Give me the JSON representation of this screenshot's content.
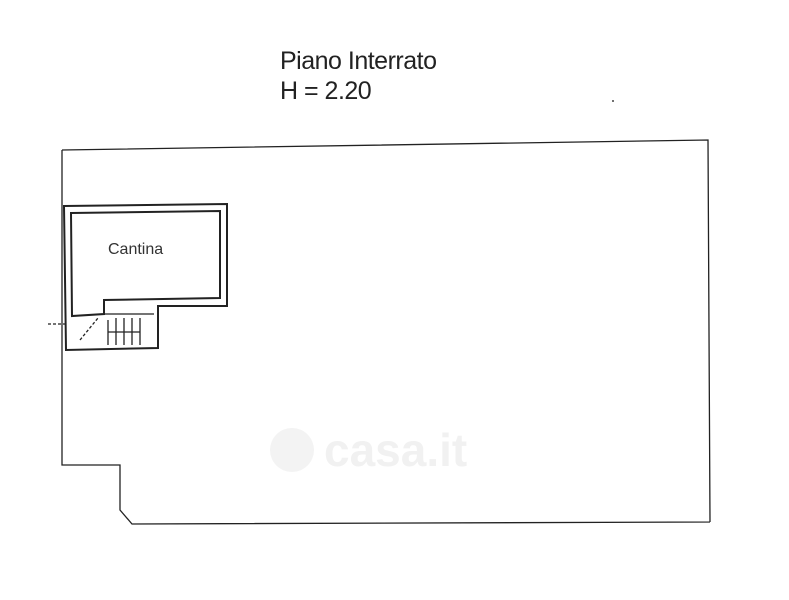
{
  "plan": {
    "title": "Piano Interrato",
    "height_label": "H = 2.20",
    "rooms": [
      {
        "label": "Cantina"
      }
    ]
  },
  "watermark": {
    "text": "casa.it"
  }
}
